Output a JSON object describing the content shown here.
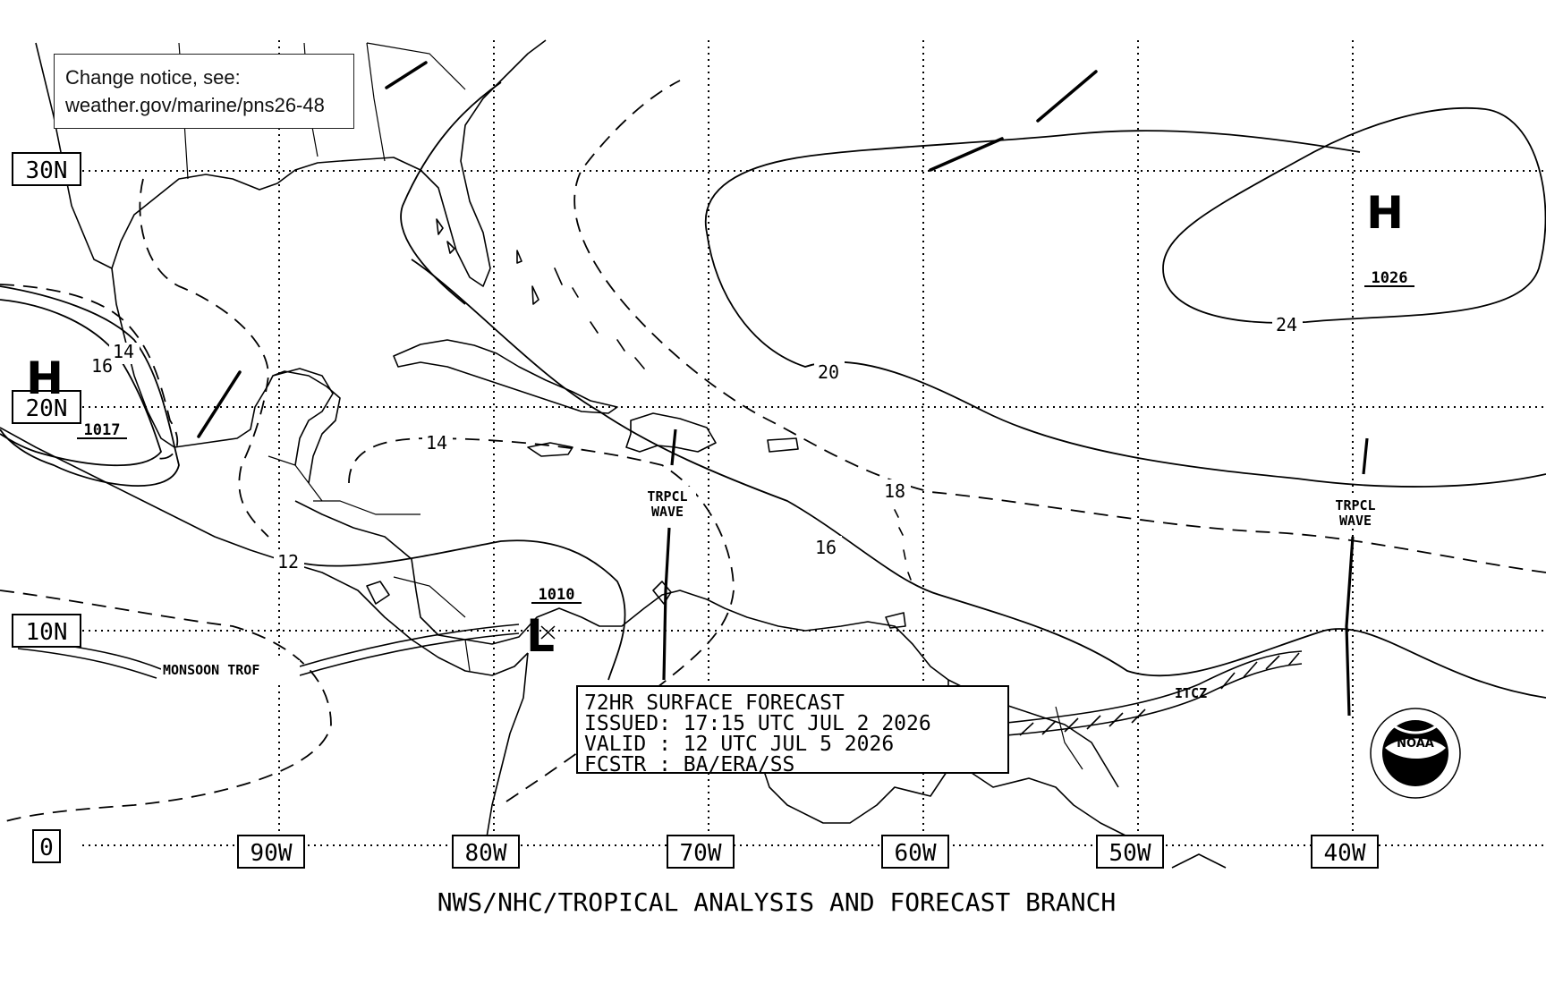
{
  "change_notice": {
    "line1": "Change notice, see:",
    "line2": "weather.gov/marine/pns26-48"
  },
  "latitude_labels": [
    "30N",
    "20N",
    "10N",
    "0"
  ],
  "longitude_labels": [
    "90W",
    "80W",
    "70W",
    "60W",
    "50W",
    "40W"
  ],
  "pressure_centers": [
    {
      "symbol": "H",
      "value": "1026"
    },
    {
      "symbol": "H",
      "value": "1017"
    },
    {
      "symbol": "L",
      "value": "1010"
    }
  ],
  "isobar_labels": [
    "24",
    "20",
    "18",
    "16",
    "14",
    "14",
    "16",
    "12"
  ],
  "features": {
    "wave1_line1": "TRPCL",
    "wave1_line2": "WAVE",
    "wave2_line1": "TRPCL",
    "wave2_line2": "WAVE",
    "monsoon": "MONSOON TROF",
    "itcz": "ITCZ"
  },
  "forecast_box": {
    "line1": "72HR SURFACE FORECAST",
    "line2": "ISSUED: 17:15 UTC JUL 2 2026",
    "line3": "VALID : 12 UTC JUL 5 2026",
    "line4": "FCSTR : BA/ERA/SS"
  },
  "footer": "NWS/NHC/TROPICAL ANALYSIS AND FORECAST BRANCH",
  "logo": {
    "icon": "noaa-logo-icon",
    "text": "NOAA"
  }
}
